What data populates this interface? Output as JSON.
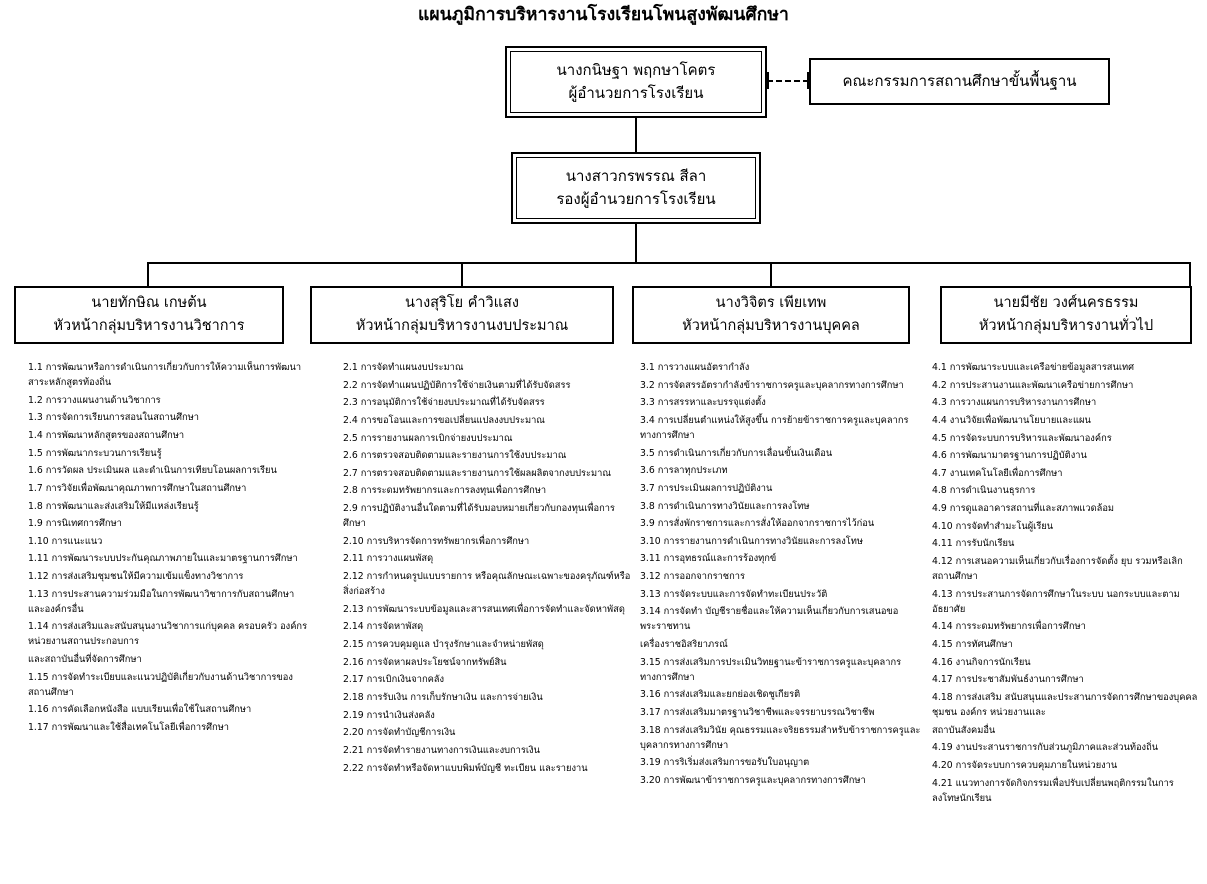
{
  "title": "แผนภูมิการบริหารงานโรงเรียนโพนสูงพัฒนศึกษา",
  "director": {
    "name": "นางกนิษฐา  พฤกษาโคตร",
    "position": "ผู้อำนวยการโรงเรียน"
  },
  "board": {
    "label": "คณะกรรมการสถานศึกษาขั้นพื้นฐาน"
  },
  "deputy": {
    "name": "นางสาวกรพรรณ  สีลา",
    "position": "รองผู้อำนวยการโรงเรียน"
  },
  "departments": [
    {
      "name": "นายทักษิณ  เกษต้น",
      "title": "หัวหน้ากลุ่มบริหารงานวิชาการ",
      "tasks": [
        "1.1 การพัฒนาหรือการดำเนินการเกี่ยวกับการให้ความเห็นการพัฒนาสาระหลักสูตรท้องถิ่น",
        "1.2 การวางแผนงานด้านวิชาการ",
        "1.3 การจัดการเรียนการสอนในสถานศึกษา",
        "1.4 การพัฒนาหลักสูตรของสถานศึกษา",
        "1.5 การพัฒนากระบวนการเรียนรู้",
        "1.6 การวัดผล ประเมินผล และดำเนินการเทียบโอนผลการเรียน",
        "1.7 การวิจัยเพื่อพัฒนาคุณภาพการศึกษาในสถานศึกษา",
        "1.8 การพัฒนาและส่งเสริมให้มีแหล่งเรียนรู้",
        "1.9 การนิเทศการศึกษา",
        "1.10 การแนะแนว",
        "1.11 การพัฒนาระบบประกันคุณภาพภายในและมาตรฐานการศึกษา",
        "1.12 การส่งเสริมชุมชนให้มีความเข้มแข็งทางวิชาการ",
        "1.13 การประสานความร่วมมือในการพัฒนาวิชาการกับสถานศึกษาและองค์กรอื่น",
        "1.14 การส่งเสริมและสนับสนุนงานวิชาการแก่บุคคล ครอบครัว องค์กร หน่วยงานสถานประกอบการ",
        "และสถาบันอื่นที่จัดการศึกษา",
        "1.15 การจัดทำระเบียบและแนวปฏิบัติเกี่ยวกับงานด้านวิชาการของสถานศึกษา",
        "1.16 การคัดเลือกหนังสือ แบบเรียนเพื่อใช้ในสถานศึกษา",
        "1.17 การพัฒนาและใช้สื่อเทคโนโลยีเพื่อการศึกษา"
      ]
    },
    {
      "name": "นางสุริโย  คำวิแสง",
      "title": "หัวหน้ากลุ่มบริหารงานงบประมาณ",
      "tasks": [
        "2.1 การจัดทำแผนงบประมาณ",
        "2.2 การจัดทำแผนปฏิบัติการใช้จ่ายเงินตามที่ได้รับจัดสรร",
        "2.3 การอนุมัติการใช้จ่ายงบประมาณที่ได้รับจัดสรร",
        "2.4 การขอโอนและการขอเปลี่ยนแปลงงบประมาณ",
        "2.5 การรายงานผลการเบิกจ่ายงบประมาณ",
        "2.6 การตรวจสอบติดตามและรายงานการใช้งบประมาณ",
        "2.7 การตรวจสอบติดตามและรายงานการใช้ผลผลิตจากงบประมาณ",
        "2.8 การระดมทรัพยากรและการลงทุนเพื่อการศึกษา",
        "2.9 การปฏิบัติงานอื่นใดตามที่ได้รับมอบหมายเกี่ยวกับกองทุนเพื่อการศึกษา",
        "2.10 การบริหารจัดการทรัพยากรเพื่อการศึกษา",
        "2.11 การวางแผนพัสดุ",
        "2.12 การกำหนดรูปแบบรายการ หรือคุณลักษณะเฉพาะของครุภัณฑ์หรือสิ่งก่อสร้าง",
        "2.13 การพัฒนาระบบข้อมูลและสารสนเทศเพื่อการจัดทำและจัดหาพัสดุ",
        "2.14 การจัดหาพัสดุ",
        "2.15 การควบคุมดูแล บำรุงรักษาและจำหน่ายพัสดุ",
        "2.16 การจัดหาผลประโยชน์จากทรัพย์สิน",
        "2.17 การเบิกเงินจากคลัง",
        "2.18 การรับเงิน การเก็บรักษาเงิน และการจ่ายเงิน",
        "2.19 การนำเงินส่งคลัง",
        "2.20 การจัดทำบัญชีการเงิน",
        "2.21 การจัดทำรายงานทางการเงินและงบการเงิน",
        "2.22 การจัดทำหรือจัดหาแบบพิมพ์บัญชี ทะเบียน และรายงาน"
      ]
    },
    {
      "name": "นางวิจิตร  เพียเทพ",
      "title": "หัวหน้ากลุ่มบริหารงานบุคคล",
      "tasks": [
        "3.1 การวางแผนอัตรากำลัง",
        "3.2 การจัดสรรอัตรากำลังข้าราชการครูและบุคลากรทางการศึกษา",
        "3.3 การสรรหาและบรรจุแต่งตั้ง",
        "3.4 การเปลี่ยนตำแหน่งให้สูงขึ้น การย้ายข้าราชการครูและบุคลากรทางการศึกษา",
        "3.5 การดำเนินการเกี่ยวกับการเลื่อนขั้นเงินเดือน",
        "3.6 การลาทุกประเภท",
        "3.7 การประเมินผลการปฏิบัติงาน",
        "3.8 การดำเนินการทางวินัยและการลงโทษ",
        "3.9 การสั่งพักราชการและการสั่งให้ออกจากราชการไว้ก่อน",
        "3.10 การรายงานการดำเนินการทางวินัยและการลงโทษ",
        "3.11 การอุทธรณ์และการร้องทุกข์",
        "3.12 การออกจากราชการ",
        "3.13 การจัดระบบและการจัดทำทะเบียนประวัติ",
        "3.14 การจัดทำ บัญชีรายชื่อและให้ความเห็นเกี่ยวกับการเสนอขอพระราชทาน",
        "เครื่องราชอิสริยาภรณ์",
        "3.15 การส่งเสริมการประเมินวิทยฐานะข้าราชการครูและบุคลากรทางการศึกษา",
        "3.16 การส่งเสริมและยกย่องเชิดชูเกียรติ",
        "3.17 การส่งเสริมมาตรฐานวิชาชีพและจรรยาบรรณวิชาชีพ",
        "3.18 การส่งเสริมวินัย คุณธรรมและจริยธรรมสำหรับข้าราชการครูและบุคลากรทางการศึกษา",
        "3.19 การริเริ่มส่งเสริมการขอรับใบอนุญาต",
        "3.20 การพัฒนาข้าราชการครูและบุคลากรทางการศึกษา"
      ]
    },
    {
      "name": "นายมีชัย   วงศ์นครธรรม",
      "title": "หัวหน้ากลุ่มบริหารงานทั่วไป",
      "tasks": [
        "4.1 การพัฒนาระบบและเครือข่ายข้อมูลสารสนเทศ",
        "4.2 การประสานงานและพัฒนาเครือข่ายการศึกษา",
        "4.3 การวางแผนการบริหารงานการศึกษา",
        "4.4 งานวิจัยเพื่อพัฒนานโยบายและแผน",
        "4.5 การจัดระบบการบริหารและพัฒนาองค์กร",
        "4.6 การพัฒนามาตรฐานการปฏิบัติงาน",
        "4.7 งานเทคโนโลยีเพื่อการศึกษา",
        "4.8 การดำเนินงานธุรการ",
        "4.9 การดูแลอาคารสถานที่และสภาพแวดล้อม",
        "4.10 การจัดทำสำมะโนผู้เรียน",
        "4.11 การรับนักเรียน",
        "4.12 การเสนอความเห็นเกี่ยวกับเรื่องการจัดตั้ง ยุบ รวมหรือเลิกสถานศึกษา",
        "4.13 การประสานการจัดการศึกษาในระบบ นอกระบบและตามอัธยาศัย",
        "4.14 การระดมทรัพยากรเพื่อการศึกษา",
        "4.15 การทัศนศึกษา",
        "4.16 งานกิจการนักเรียน",
        "4.17 การประชาสัมพันธ์งานการศึกษา",
        "4.18 การส่งเสริม สนับสนุนและประสานการจัดการศึกษาของบุคคล ชุมชน องค์กร หน่วยงานและ",
        "สถาบันสังคมอื่น",
        "4.19 งานประสานราชการกับส่วนภูมิภาคและส่วนท้องถิ่น",
        "4.20 การจัดระบบการควบคุมภายในหน่วยงาน",
        "4.21 แนวทางการจัดกิจกรรมเพื่อปรับเปลี่ยนพฤติกรรมในการลงโทษนักเรียน"
      ]
    }
  ],
  "colors": {
    "line": "#000000",
    "background": "#ffffff",
    "text": "#000000"
  }
}
